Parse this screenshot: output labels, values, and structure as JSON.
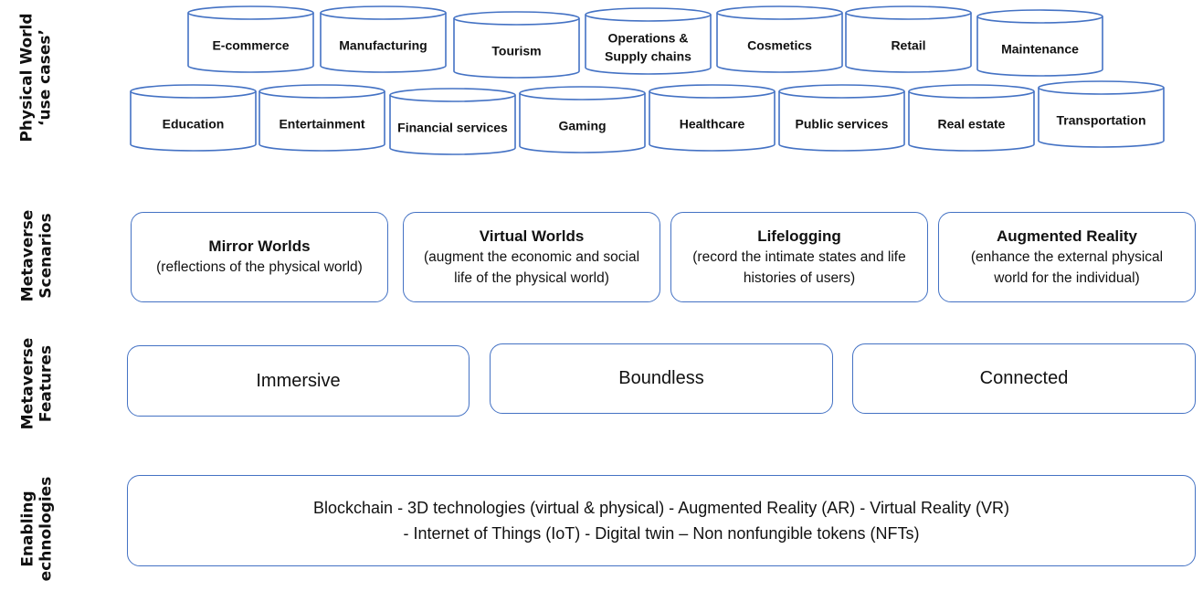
{
  "layers": {
    "physical_world": [
      "Physical World",
      "‘use cases’"
    ],
    "scenarios": [
      "Metaverse",
      "Scenarios"
    ],
    "features": [
      "Metaverse",
      "Features"
    ],
    "technologies": [
      "Enabling",
      "echnologies"
    ]
  },
  "use_cases_row1": [
    "E-commerce",
    "Manufacturing",
    "Tourism",
    "Operations & Supply chains",
    "Cosmetics",
    "Retail",
    "Maintenance"
  ],
  "use_cases_row2": [
    "Education",
    "Entertainment",
    "Financial services",
    "Gaming",
    "Healthcare",
    "Public services",
    "Real estate",
    "Transportation"
  ],
  "scenarios": [
    {
      "title": "Mirror Worlds",
      "desc": "(reflections of the physical world)"
    },
    {
      "title": "Virtual Worlds",
      "desc": "(augment the economic and social life of the physical world)"
    },
    {
      "title": "Lifelogging",
      "desc": "(record the intimate states and life histories of users)"
    },
    {
      "title": "Augmented Reality",
      "desc": "(enhance the external physical world for the individual)"
    }
  ],
  "features": [
    "Immersive",
    "Boundless",
    "Connected"
  ],
  "technologies": {
    "line1": "Blockchain - 3D technologies (virtual & physical) - Augmented Reality (AR) - Virtual Reality (VR)",
    "line2": "- Internet of Things (IoT) - Digital twin – Non nonfungible tokens  (NFTs)"
  },
  "colors": {
    "stroke": "#4472c4",
    "text": "#111111",
    "background": "#ffffff"
  }
}
